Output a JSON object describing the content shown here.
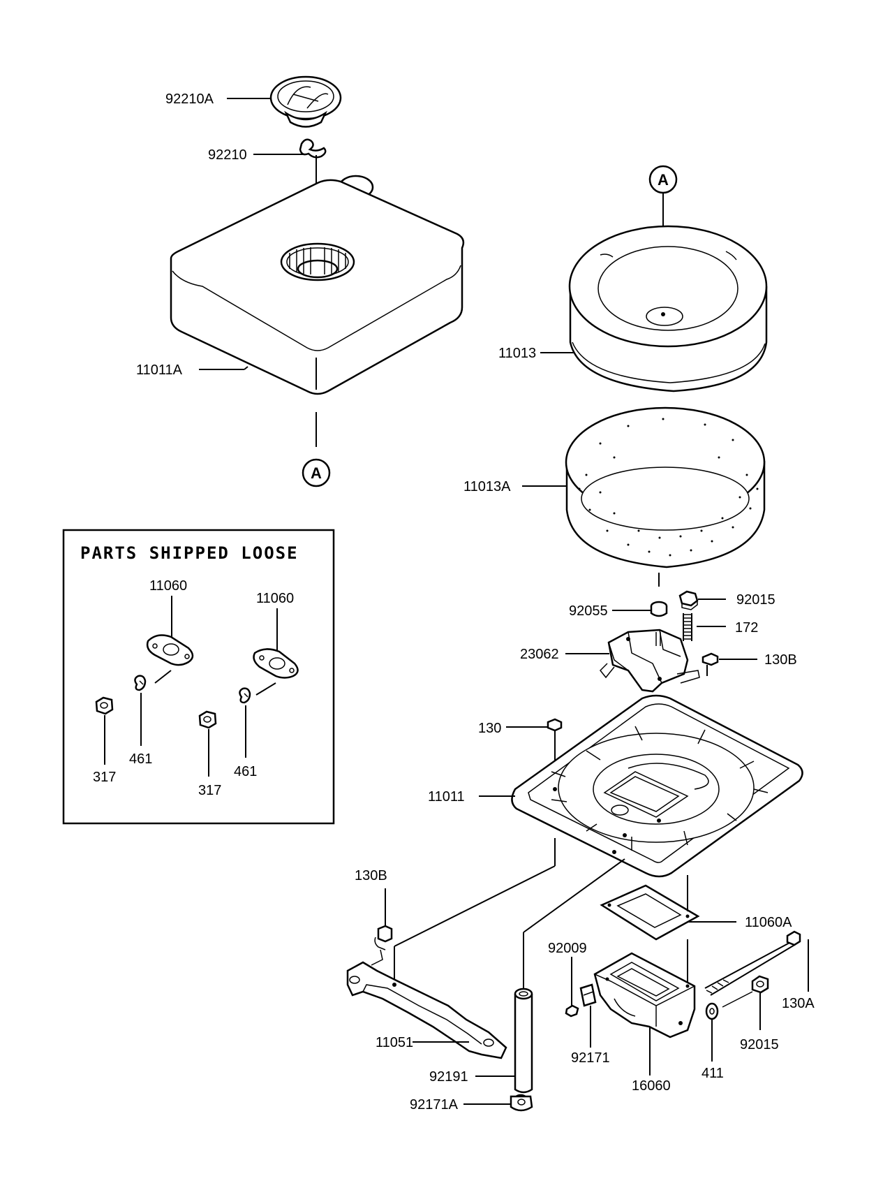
{
  "loose_box": {
    "title": "PARTS SHIPPED LOOSE",
    "labels": {
      "gasket_left": "11060",
      "gasket_right": "11060",
      "washer_left": "461",
      "washer_right": "461",
      "nut_left": "317",
      "nut_right": "317"
    }
  },
  "markers": {
    "a_top": "A",
    "a_bottom": "A"
  },
  "labels": {
    "cap": "92210A",
    "clip": "92210",
    "cover": "11011A",
    "element_outer": "11013",
    "element_inner": "11013A",
    "washer_top": "92055",
    "nut_top": "92015",
    "stud": "172",
    "deflector": "23062",
    "bolt_deflector": "130B",
    "bolt_base": "130",
    "base": "11011",
    "gasket": "11060A",
    "bolt_bracket": "130B",
    "stud_long": "92009",
    "bracket": "11051",
    "tube": "92191",
    "clamp": "92171A",
    "clip_small": "92171",
    "duct": "16060",
    "washer_bottom": "411",
    "nut_bottom": "92015",
    "bolt_long": "130A"
  }
}
